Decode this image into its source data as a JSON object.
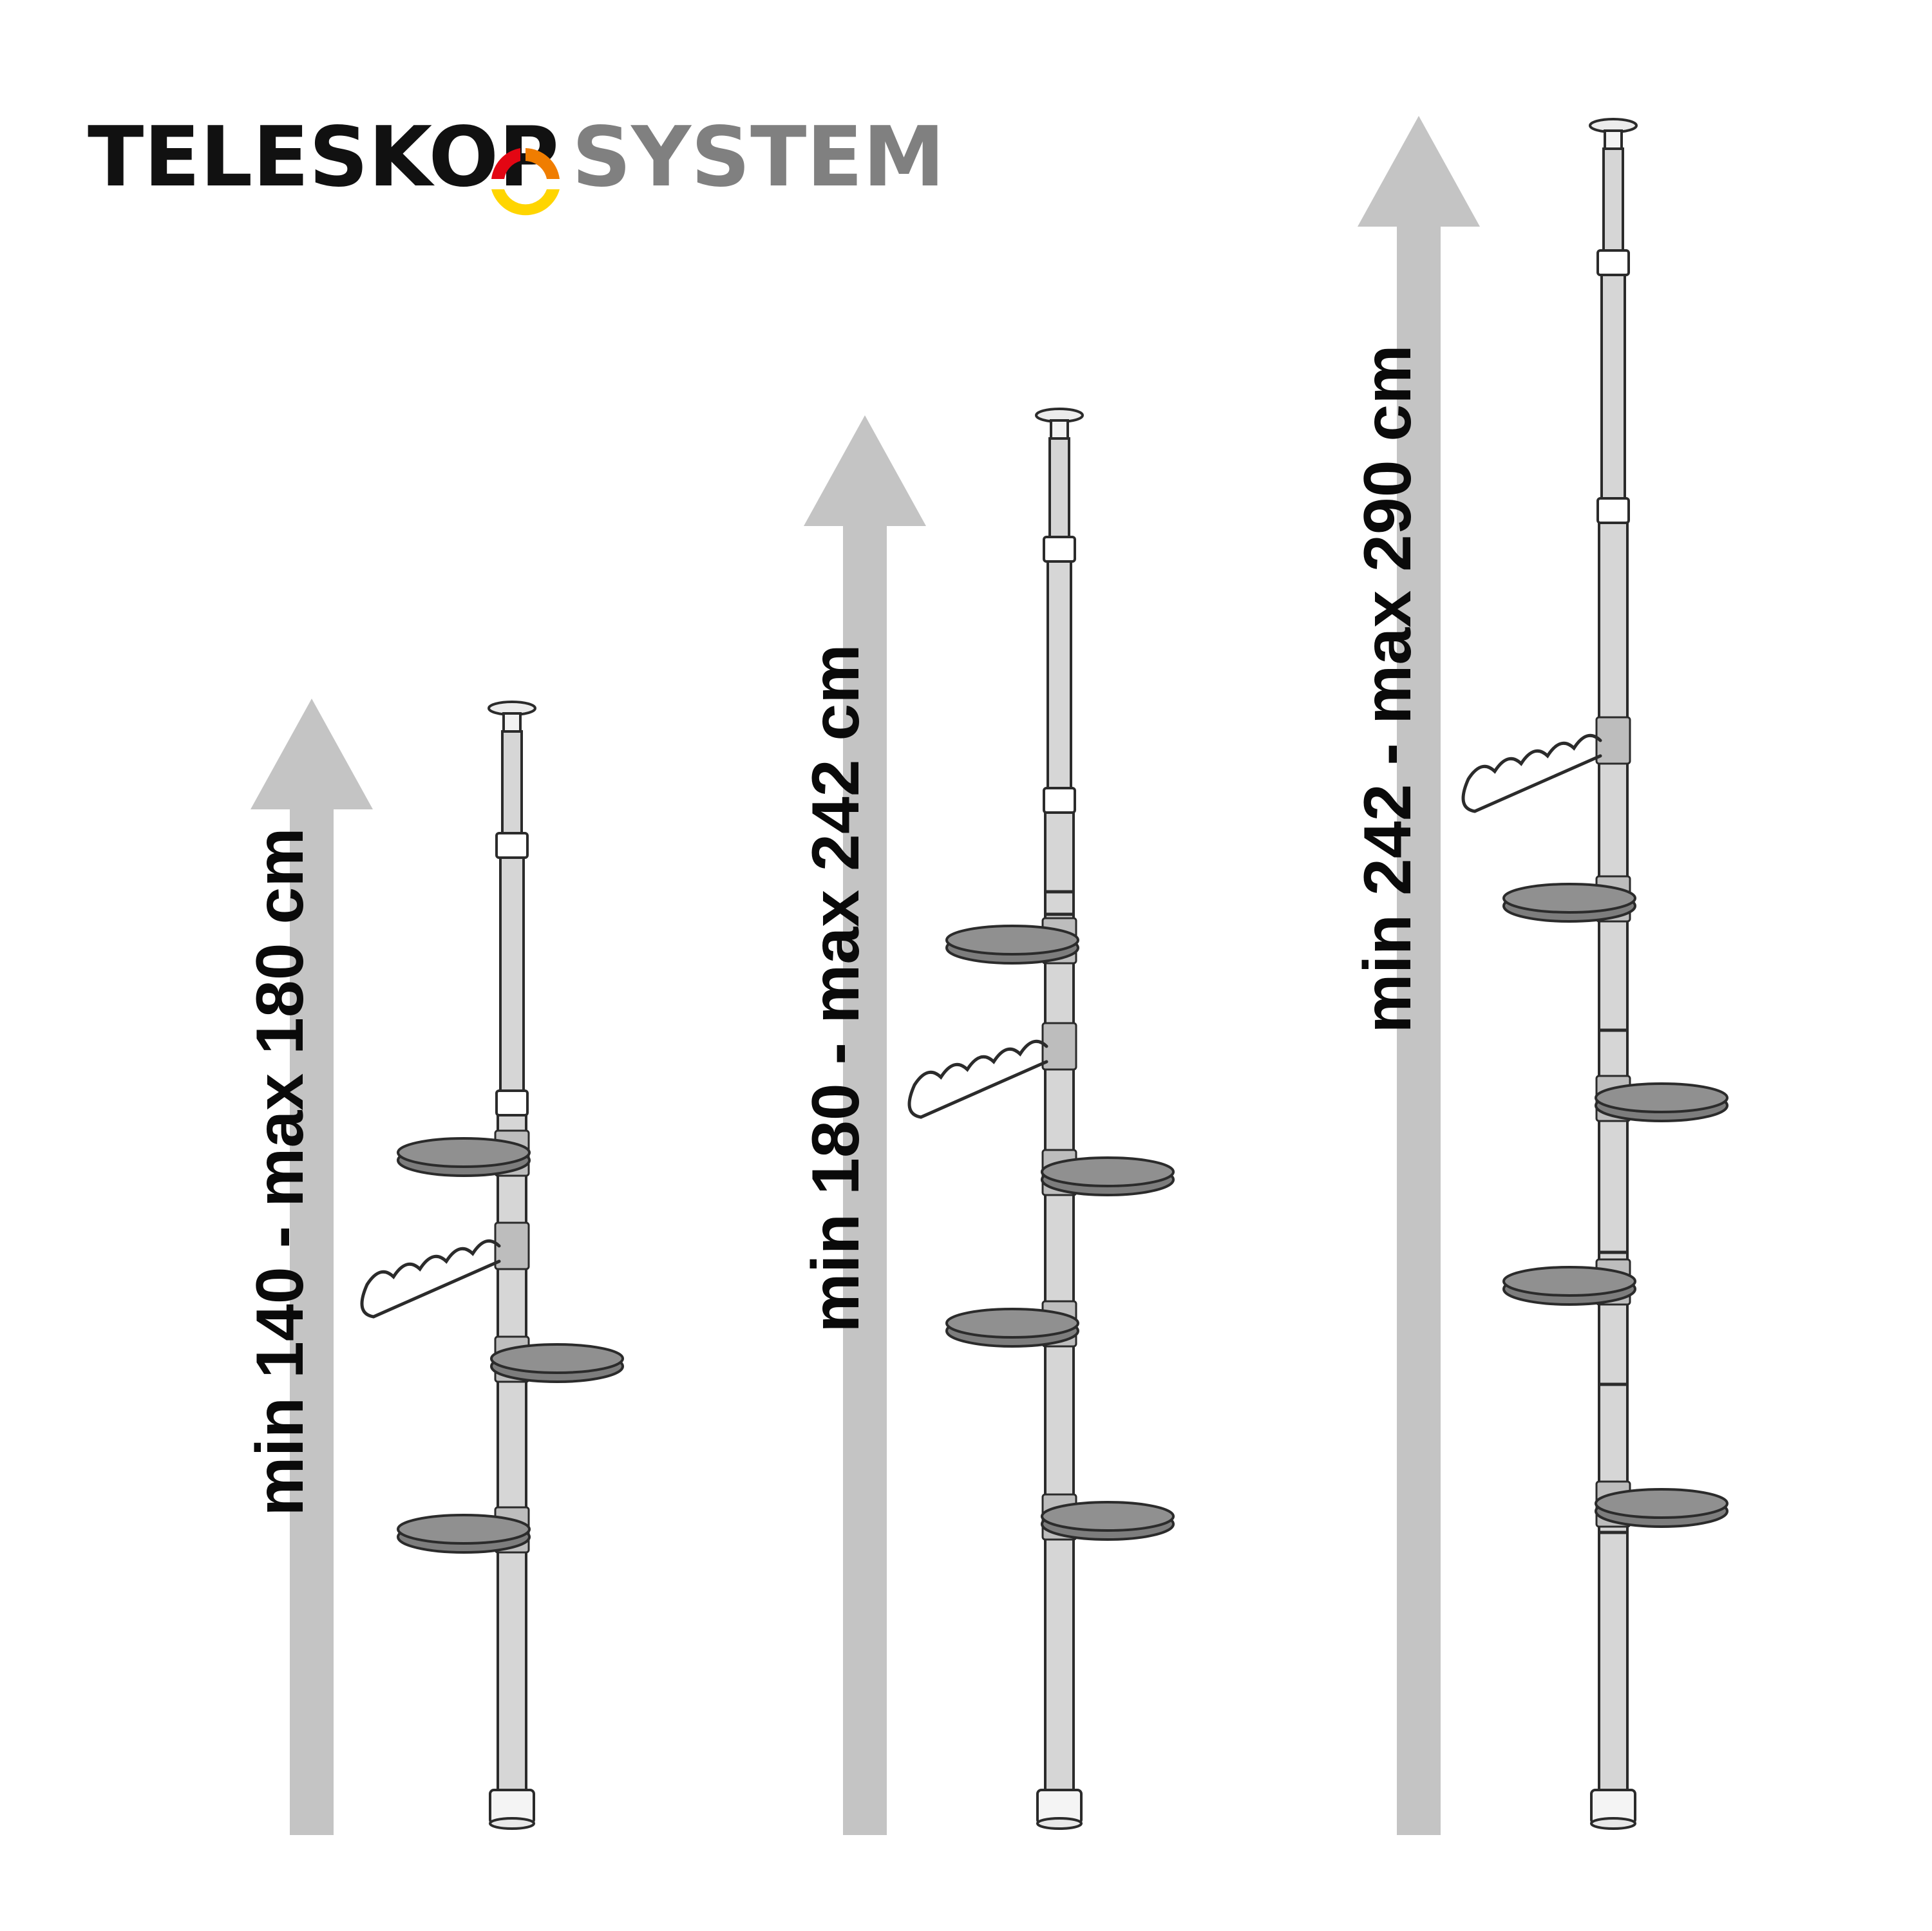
{
  "logo": {
    "word_left": "TELESKOP",
    "word_right": "SYSTEM",
    "word_left_color": "#111111",
    "word_right_color": "#808080",
    "ring_colors": [
      "#e30613",
      "#f07d00",
      "#ffd500"
    ]
  },
  "poles": [
    {
      "range_label": "min 140 - max 180 cm",
      "min_cm": 140,
      "max_cm": 180,
      "shelves": 3,
      "hangers": 1
    },
    {
      "range_label": "min 180 - max 242 cm",
      "min_cm": 180,
      "max_cm": 242,
      "shelves": 4,
      "hangers": 1
    },
    {
      "range_label": "min 242 - max 290 cm",
      "min_cm": 242,
      "max_cm": 290,
      "shelves": 4,
      "hangers": 1
    }
  ],
  "colors": {
    "arrow": "#c4c4c4",
    "pole_fill": "#d6d6d6",
    "pole_stroke": "#2b2b2b",
    "shelf_fill": "#7d7d7d",
    "shelf_top": "#909090"
  }
}
